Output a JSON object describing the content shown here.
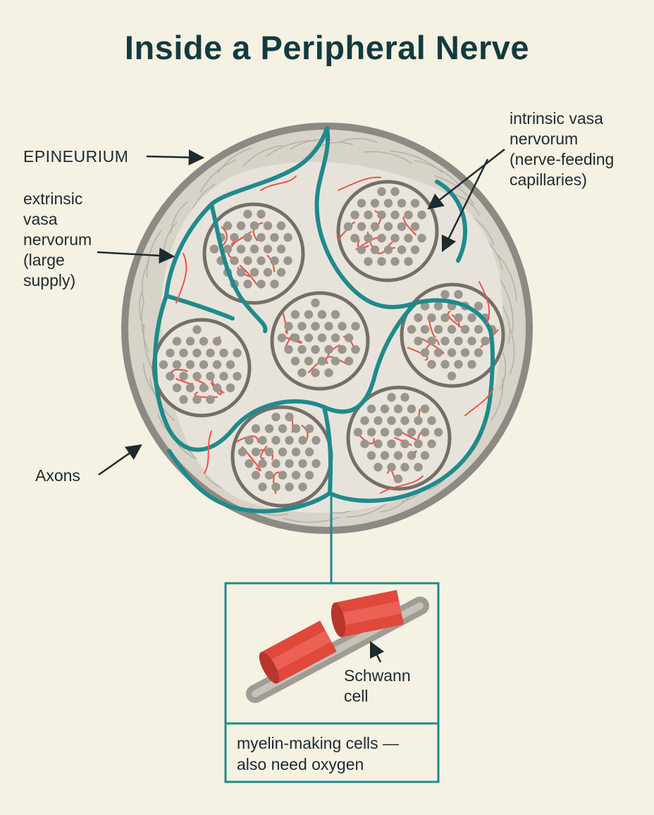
{
  "title": "Inside a Peripheral Nerve",
  "labels": {
    "epineurium": "EPINEURIUM",
    "extrinsic_vasa": "extrinsic\nvasa\nnervorum\n(large\nsupply)",
    "axons": "Axons",
    "intrinsic_vasa": "intrinsic vasa\nnervorum\n(nerve-feeding\ncapillaries)",
    "schwann_cell": "Schwann\ncell",
    "myelin_caption": "myelin-making cells —\nalso need oxygen"
  },
  "colors": {
    "background": "#f5f1e3",
    "epineurium": "#8a8680",
    "vessel_teal": "#1f8a8c",
    "capillary_red": "#e8574c",
    "fascicle_fill": "#e9e5dc",
    "axon_dot": "#9a958d",
    "schwann": "#e0483c",
    "title": "#123a3f"
  }
}
